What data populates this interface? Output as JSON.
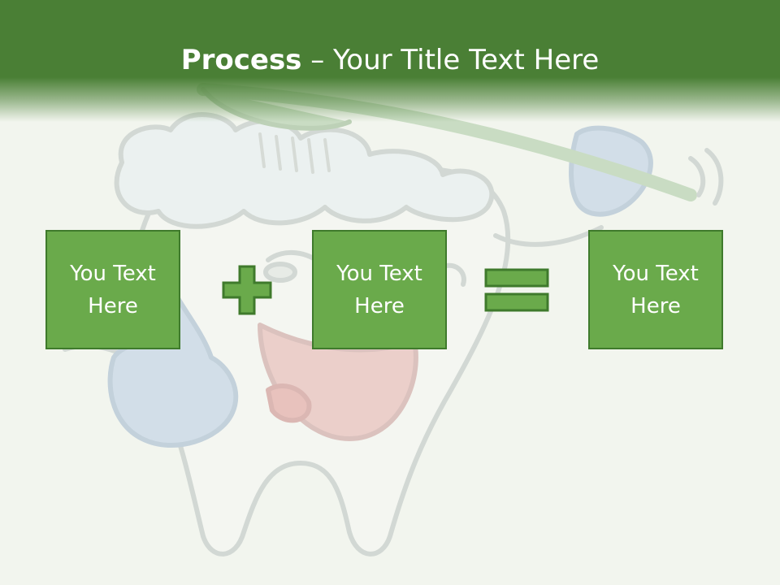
{
  "slide": {
    "title_bold": "Process",
    "title_rest": " – Your Title Text Here"
  },
  "boxes": [
    {
      "text": "You Text Here"
    },
    {
      "text": "You Text Here"
    },
    {
      "text": "You Text Here"
    }
  ],
  "operators": [
    "plus-icon",
    "equals-icon"
  ],
  "colors": {
    "header": "#4a7f35",
    "box_fill": "#6aaa4b",
    "box_border": "#3f7a2c",
    "background": "#f2f5ee"
  }
}
